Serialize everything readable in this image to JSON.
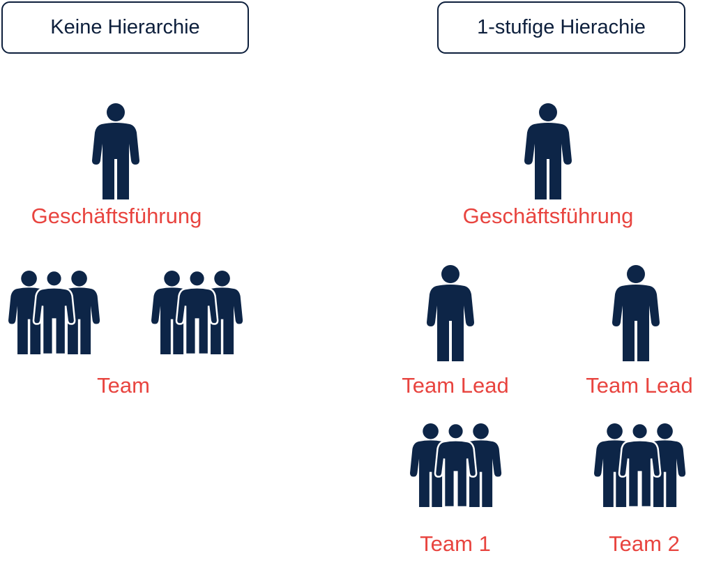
{
  "colors": {
    "figure": "#0d2547",
    "label": "#e8443f",
    "box_border": "#0d1f3c",
    "box_text": "#0d1f3c"
  },
  "left": {
    "header": "Keine Hierarchie",
    "management_label": "Geschäftsführung",
    "team_label": "Team"
  },
  "right": {
    "header": "1-stufige Hierachie",
    "management_label": "Geschäftsführung",
    "lead_labels": [
      "Team Lead",
      "Team Lead"
    ],
    "team_labels": [
      "Team 1",
      "Team 2"
    ]
  },
  "icons": {
    "person": "person-icon",
    "group": "group-icon"
  }
}
